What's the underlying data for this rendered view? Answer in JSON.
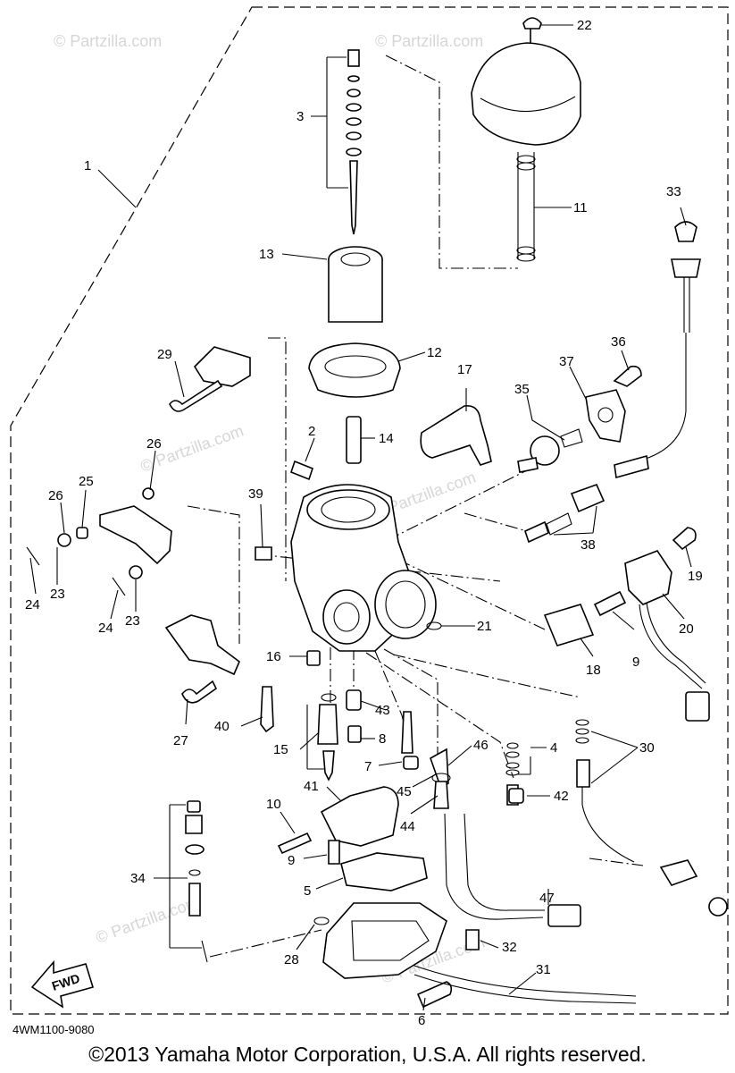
{
  "watermark": "© Partzilla.com",
  "fwd_label": "FWD",
  "diagram_code": "4WM1100-9080",
  "copyright": "©2013 Yamaha Motor Corporation, U.S.A. All rights reserved.",
  "callouts": [
    "1",
    "2",
    "3",
    "4",
    "5",
    "6",
    "7",
    "8",
    "9",
    "9",
    "10",
    "11",
    "12",
    "13",
    "14",
    "15",
    "16",
    "17",
    "18",
    "19",
    "20",
    "21",
    "22",
    "23",
    "23",
    "24",
    "24",
    "25",
    "26",
    "26",
    "27",
    "28",
    "29",
    "30",
    "31",
    "32",
    "33",
    "34",
    "35",
    "36",
    "37",
    "38",
    "39",
    "40",
    "41",
    "42",
    "43",
    "44",
    "45",
    "46",
    "47"
  ]
}
